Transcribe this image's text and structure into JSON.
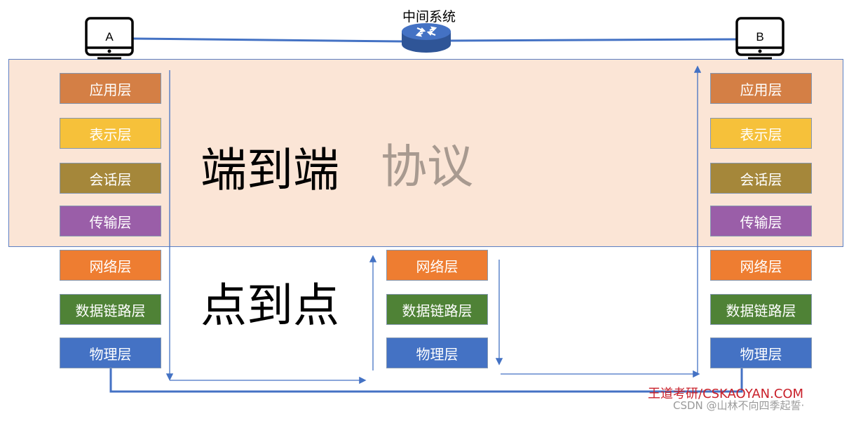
{
  "system_title": "中间系统",
  "hosts": {
    "a": "A",
    "b": "B"
  },
  "host_a_layers": [
    "应用层",
    "表示层",
    "会话层",
    "传输层",
    "网络层",
    "数据链路层",
    "物理层"
  ],
  "router_layers": [
    "网络层",
    "数据链路层",
    "物理层"
  ],
  "host_b_layers": [
    "应用层",
    "表示层",
    "会话层",
    "传输层",
    "网络层",
    "数据链路层",
    "物理层"
  ],
  "labels": {
    "end_to_end": "端到端",
    "protocol": "协议",
    "point_to_point": "点到点"
  },
  "watermark": {
    "line1": "王道考研/CSKAOYAN.COM",
    "line2": "CSDN @山林不向四季起誓·"
  },
  "colors": {
    "band_fill": "#fbe5d6",
    "link_line": "#4472c4"
  }
}
